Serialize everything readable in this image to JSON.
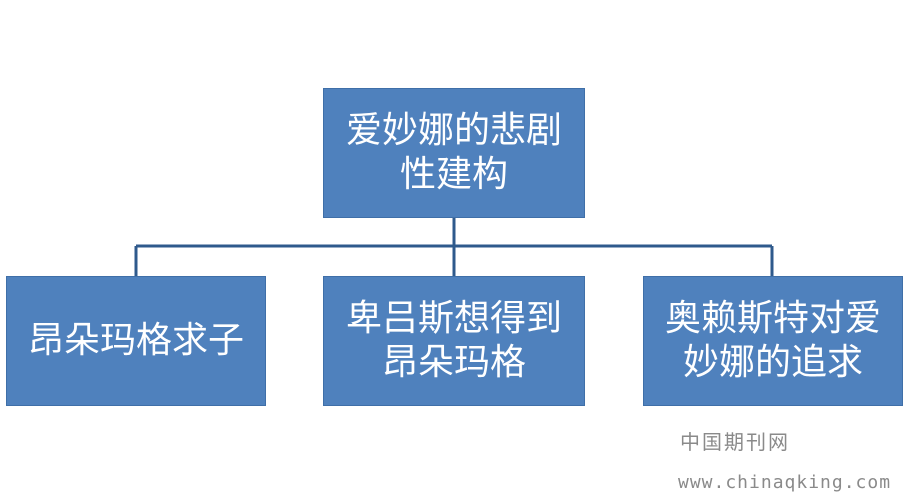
{
  "root": {
    "label": "爱妙娜的悲剧\n性建构"
  },
  "children": [
    {
      "label": "昂朵玛格求子"
    },
    {
      "label": "卑吕斯想得到\n昂朵玛格"
    },
    {
      "label": "奥赖斯特对爱\n妙娜的追求"
    }
  ],
  "watermark": {
    "name": "中国期刊网",
    "url": "www.chinaqking.com"
  },
  "colors": {
    "box_fill": "#4f81bd",
    "connector": "#2f5a8c",
    "watermark": "#8a8a8a"
  }
}
